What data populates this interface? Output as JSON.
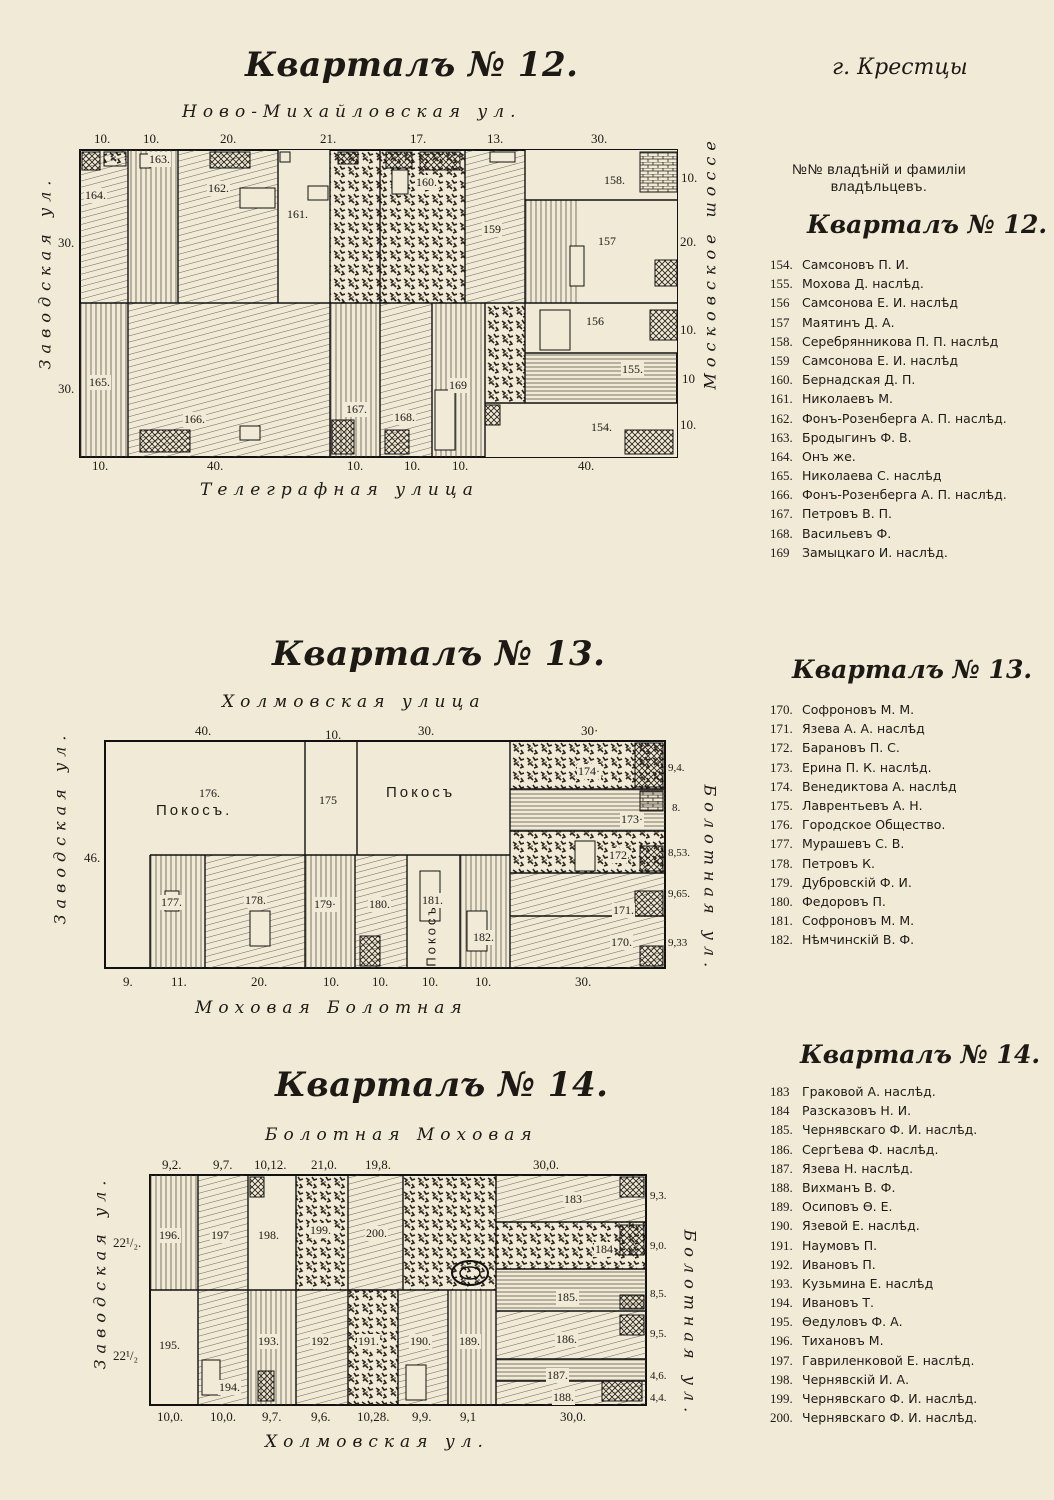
{
  "page": {
    "city": "г. Крестцы",
    "owners_header": "№№ владѣній и фамиліи владѣльцевъ."
  },
  "blocks": [
    {
      "title": "Кварталъ № 12.",
      "streets": {
        "top": "Ново-Михайловская ул.",
        "bottom": "Телеграфная улица",
        "left": "Заводская ул.",
        "right": "Московское шоссе"
      },
      "dims_top": [
        "10.",
        "10.",
        "20.",
        "21.",
        "17.",
        "13.",
        "30."
      ],
      "dims_bottom": [
        "10.",
        "40.",
        "10.",
        "10.",
        "10.",
        "40."
      ],
      "dims_left": [
        "30.",
        "30."
      ],
      "dims_right": [
        "10.",
        "20.",
        "10.",
        "10",
        "10."
      ],
      "lots": [
        "154.",
        "155.",
        "156",
        "157",
        "158.",
        "159",
        "160.",
        "161.",
        "162.",
        "163.",
        "164.",
        "165.",
        "166.",
        "167.",
        "168.",
        "169"
      ],
      "owners_title": "Кварталъ № 12.",
      "owners": [
        {
          "no": "154.",
          "name": "Самсоновъ П. И."
        },
        {
          "no": "155.",
          "name": "Мохова Д. наслѣд."
        },
        {
          "no": "156",
          "name": "Самсонова Е. И. наслѣд"
        },
        {
          "no": "157",
          "name": "Маятинъ Д. А."
        },
        {
          "no": "158.",
          "name": "Серебрянникова П. П. наслѣд"
        },
        {
          "no": "159",
          "name": "Самсонова Е. И. наслѣд"
        },
        {
          "no": "160.",
          "name": "Бернадская Д. П."
        },
        {
          "no": "161.",
          "name": "Николаевъ М."
        },
        {
          "no": "162.",
          "name": "Фонъ-Розенберга А. П. наслѣд."
        },
        {
          "no": "163.",
          "name": "Бродыгинъ Ф. В."
        },
        {
          "no": "164.",
          "name": "Онъ же."
        },
        {
          "no": "165.",
          "name": "Николаева С. наслѣд"
        },
        {
          "no": "166.",
          "name": "Фонъ-Розенберга А. П. наслѣд."
        },
        {
          "no": "167.",
          "name": "Петровъ В. П."
        },
        {
          "no": "168.",
          "name": "Васильевъ Ф."
        },
        {
          "no": "169",
          "name": "Замыцкаго И. наслѣд."
        }
      ]
    },
    {
      "title": "Кварталъ № 13.",
      "streets": {
        "top": "Холмовская улица",
        "bottom": "Моховая Болотная",
        "left": "Заводская ул.",
        "right": "Болотная ул."
      },
      "dims_top": [
        "40.",
        "10.",
        "30.",
        "30·"
      ],
      "dims_bottom": [
        "9.",
        "11.",
        "20.",
        "10.",
        "10.",
        "10.",
        "10.",
        "30."
      ],
      "dims_left": [
        "46."
      ],
      "dims_right": [
        "9,4.",
        "8.",
        "8,53.",
        "9,65.",
        "9,33"
      ],
      "lots": [
        "170.",
        "171.",
        "172",
        "173·",
        "174·",
        "175",
        "176.",
        "177.",
        "178.",
        "179·",
        "180.",
        "181.",
        "182."
      ],
      "lot_words": {
        "pokos_176": "Покосъ.",
        "pokos_main": "Покосъ",
        "pokos_181": "Покосъ"
      },
      "owners_title": "Кварталъ № 13.",
      "owners": [
        {
          "no": "170.",
          "name": "Софроновъ М. М."
        },
        {
          "no": "171.",
          "name": "Язева А. А. наслѣд"
        },
        {
          "no": "172.",
          "name": "Барановъ П. С."
        },
        {
          "no": "173.",
          "name": "Ерина П. К. наслѣд."
        },
        {
          "no": "174.",
          "name": "Венедиктова А. наслѣд"
        },
        {
          "no": "175.",
          "name": "Лаврентьевъ А. Н."
        },
        {
          "no": "176.",
          "name": "Городское Общество."
        },
        {
          "no": "177.",
          "name": "Мурашевъ С. В."
        },
        {
          "no": "178.",
          "name": "Петровъ К."
        },
        {
          "no": "179.",
          "name": "Дубровскій Ф. И."
        },
        {
          "no": "180.",
          "name": "Федоровъ П."
        },
        {
          "no": "181.",
          "name": "Софроновъ М. М."
        },
        {
          "no": "182.",
          "name": "Нѣмчинскій В. Ф."
        }
      ]
    },
    {
      "title": "Кварталъ № 14.",
      "streets": {
        "top": "Болотная Моховая",
        "bottom": "Холмовская ул.",
        "left": "Заводская ул.",
        "right": "Болотная ул."
      },
      "dims_top": [
        "9,2.",
        "9,7.",
        "10,12.",
        "21,0.",
        "19,8.",
        "30,0."
      ],
      "dims_bottom": [
        "10,0.",
        "10,0.",
        "9,7.",
        "9,6.",
        "10,28.",
        "9,9.",
        "9,1",
        "30,0."
      ],
      "dims_left": [
        "22¹/₂.",
        "22¹/₂"
      ],
      "dims_right": [
        "9,3.",
        "9,0.",
        "8,5.",
        "9,5.",
        "4,6.",
        "4,4."
      ],
      "lots": [
        "183",
        "184",
        "185.",
        "186.",
        "187.",
        "188.",
        "189.",
        "190.",
        "191.",
        "192",
        "193.",
        "194.",
        "195.",
        "196.",
        "197",
        "198.",
        "199.",
        "200."
      ],
      "owners_title": "Кварталъ № 14.",
      "owners": [
        {
          "no": "183",
          "name": "Граковой А. наслѣд."
        },
        {
          "no": "184",
          "name": "Разсказовъ Н. И."
        },
        {
          "no": "185.",
          "name": "Чернявскаго Ф. И. наслѣд."
        },
        {
          "no": "186.",
          "name": "Сергѣева Ф. наслѣд."
        },
        {
          "no": "187.",
          "name": "Язева Н. наслѣд."
        },
        {
          "no": "188.",
          "name": "Вихманъ В. Ф."
        },
        {
          "no": "189.",
          "name": "Осиповъ Ѳ. Е."
        },
        {
          "no": "190.",
          "name": "Язевой Е. наслѣд."
        },
        {
          "no": "191.",
          "name": "Наумовъ П."
        },
        {
          "no": "192.",
          "name": "Ивановъ П."
        },
        {
          "no": "193.",
          "name": "Кузьмина Е. наслѣд"
        },
        {
          "no": "194.",
          "name": "Ивановъ Т."
        },
        {
          "no": "195.",
          "name": "Ѳедуловъ Ф. А."
        },
        {
          "no": "196.",
          "name": "Тихановъ М."
        },
        {
          "no": "197.",
          "name": "Гавриленковой Е. наслѣд."
        },
        {
          "no": "198.",
          "name": "Чернявскій И. А."
        },
        {
          "no": "199.",
          "name": "Чернявскаго Ф. И. наслѣд."
        },
        {
          "no": "200.",
          "name": "Чернявскаго Ф. И. наслѣд."
        }
      ]
    }
  ]
}
